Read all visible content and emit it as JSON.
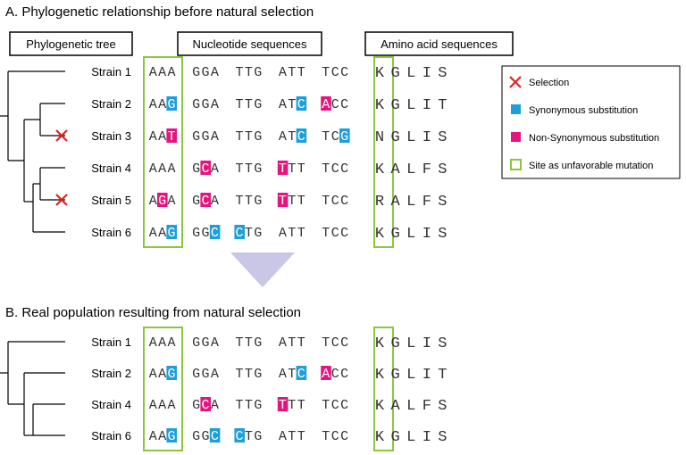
{
  "sections": {
    "a_title": "A. Phylogenetic relationship before natural selection",
    "b_title": "B. Real population resulting from natural selection"
  },
  "headers": {
    "tree": "Phylogenetic tree",
    "nucleotide": "Nucleotide sequences",
    "amino": "Amino acid sequences"
  },
  "legend": {
    "selection": "Selection",
    "synonymous": "Synonymous substitution",
    "nonsynonymous": "Non-Synonymous substitution",
    "site": "Site as unfavorable mutation"
  },
  "colors": {
    "synonymous": "#1e9fd8",
    "nonsynonymous": "#e4157f",
    "site_box": "#8cc63f",
    "selection": "#e02020",
    "arrow": "#c9c6e6"
  },
  "panel_a": {
    "strains": [
      {
        "label": "Strain 1",
        "codons": [
          "AAA",
          "GGA",
          "TTG",
          "ATT",
          "TCC"
        ],
        "syn": [],
        "nonsyn": [],
        "amino": "KGLIS",
        "selected": false
      },
      {
        "label": "Strain 2",
        "codons": [
          "AAG",
          "GGA",
          "TTG",
          "ATC",
          "ACC"
        ],
        "syn": [
          [
            0,
            2
          ],
          [
            3,
            2
          ]
        ],
        "nonsyn": [
          [
            4,
            0
          ]
        ],
        "amino": "KGLIT",
        "selected": false
      },
      {
        "label": "Strain 3",
        "codons": [
          "AAT",
          "GGA",
          "TTG",
          "ATC",
          "TCG"
        ],
        "syn": [
          [
            3,
            2
          ],
          [
            4,
            2
          ]
        ],
        "nonsyn": [
          [
            0,
            2
          ]
        ],
        "amino": "NGLIS",
        "selected": true
      },
      {
        "label": "Strain 4",
        "codons": [
          "AAA",
          "GCA",
          "TTG",
          "TTT",
          "TCC"
        ],
        "syn": [],
        "nonsyn": [
          [
            1,
            1
          ],
          [
            3,
            0
          ]
        ],
        "amino": "KALFS",
        "selected": false
      },
      {
        "label": "Strain 5",
        "codons": [
          "AGA",
          "GCA",
          "TTG",
          "TTT",
          "TCC"
        ],
        "syn": [],
        "nonsyn": [
          [
            0,
            1
          ],
          [
            1,
            1
          ],
          [
            3,
            0
          ]
        ],
        "amino": "RALFS",
        "selected": true
      },
      {
        "label": "Strain 6",
        "codons": [
          "AAG",
          "GGC",
          "CTG",
          "ATT",
          "TCC"
        ],
        "syn": [
          [
            0,
            2
          ],
          [
            1,
            2
          ],
          [
            2,
            0
          ]
        ],
        "nonsyn": [],
        "amino": "KGLIS",
        "selected": false
      }
    ]
  },
  "panel_b": {
    "strains": [
      {
        "label": "Strain 1",
        "codons": [
          "AAA",
          "GGA",
          "TTG",
          "ATT",
          "TCC"
        ],
        "syn": [],
        "nonsyn": [],
        "amino": "KGLIS"
      },
      {
        "label": "Strain 2",
        "codons": [
          "AAG",
          "GGA",
          "TTG",
          "ATC",
          "ACC"
        ],
        "syn": [
          [
            0,
            2
          ],
          [
            3,
            2
          ]
        ],
        "nonsyn": [
          [
            4,
            0
          ]
        ],
        "amino": "KGLIT"
      },
      {
        "label": "Strain 4",
        "codons": [
          "AAA",
          "GCA",
          "TTG",
          "TTT",
          "TCC"
        ],
        "syn": [],
        "nonsyn": [
          [
            1,
            1
          ],
          [
            3,
            0
          ]
        ],
        "amino": "KALFS"
      },
      {
        "label": "Strain 6",
        "codons": [
          "AAG",
          "GGC",
          "CTG",
          "ATT",
          "TCC"
        ],
        "syn": [
          [
            0,
            2
          ],
          [
            1,
            2
          ],
          [
            2,
            0
          ]
        ],
        "nonsyn": [],
        "amino": "KGLIS"
      }
    ]
  }
}
